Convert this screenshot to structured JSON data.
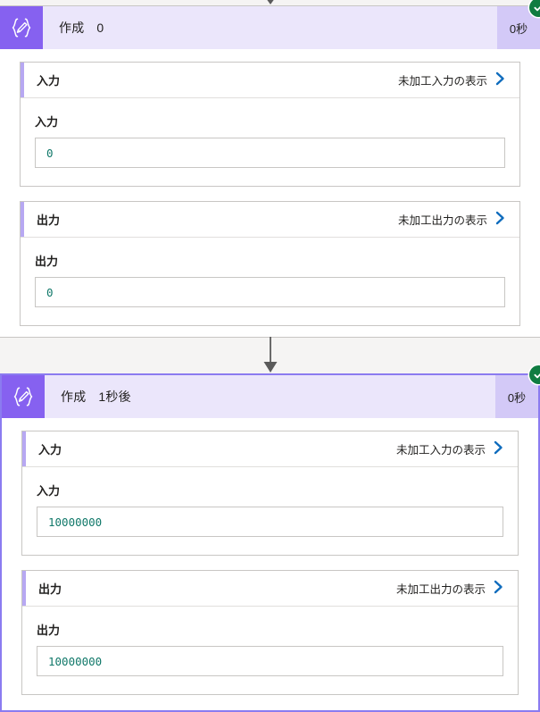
{
  "flow": {
    "connector_top_icon": "arrow-down-icon",
    "connector_middle_icon": "arrow-down-icon"
  },
  "cards": [
    {
      "id": "card-create-0",
      "icon": "compose-braces-pencil-icon",
      "title": "作成",
      "subtitle": "0",
      "duration": "0秒",
      "status": "succeeded",
      "status_icon": "check-circle-icon",
      "selected": false,
      "sections": [
        {
          "kind": "input",
          "header_label": "入力",
          "raw_link_label": "未加工入力の表示",
          "raw_link_icon": "chevron-right-icon",
          "field_label": "入力",
          "value": "0"
        },
        {
          "kind": "output",
          "header_label": "出力",
          "raw_link_label": "未加工出力の表示",
          "raw_link_icon": "chevron-right-icon",
          "field_label": "出力",
          "value": "0"
        }
      ]
    },
    {
      "id": "card-create-1sec",
      "icon": "compose-braces-pencil-icon",
      "title": "作成",
      "subtitle": "1秒後",
      "duration": "0秒",
      "status": "succeeded",
      "status_icon": "check-circle-icon",
      "selected": true,
      "sections": [
        {
          "kind": "input",
          "header_label": "入力",
          "raw_link_label": "未加工入力の表示",
          "raw_link_icon": "chevron-right-icon",
          "field_label": "入力",
          "value": "10000000"
        },
        {
          "kind": "output",
          "header_label": "出力",
          "raw_link_label": "未加工出力の表示",
          "raw_link_icon": "chevron-right-icon",
          "field_label": "出力",
          "value": "10000000"
        }
      ]
    }
  ],
  "colors": {
    "header_bg": "#ebe6fb",
    "icon_tile": "#8661f0",
    "duration_bg": "#d3c9f7",
    "selected_border": "#8b7bf0",
    "accent_bar": "#b7a8f2",
    "value_text": "#107869",
    "chevron": "#0f6cbd",
    "status_green": "#107c41",
    "canvas_bg": "#f5f4f3"
  }
}
